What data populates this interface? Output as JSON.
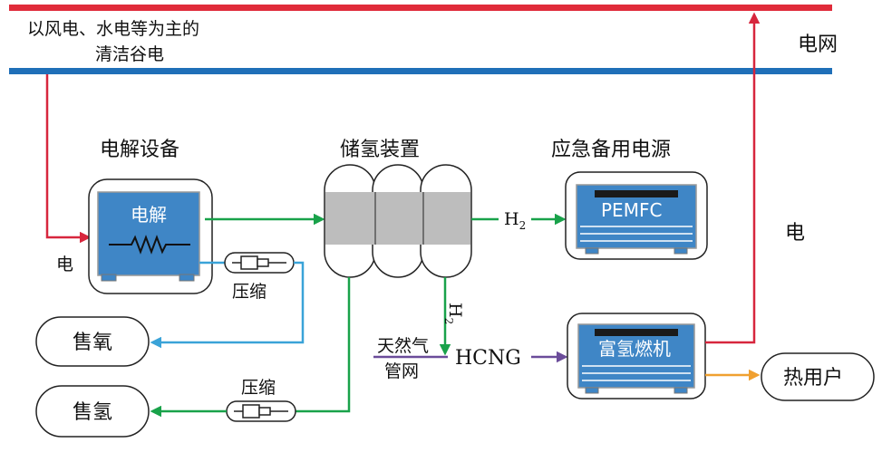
{
  "colors": {
    "grid_red": "#e02b3a",
    "grid_blue": "#1f6fb8",
    "electric": "#d7263d",
    "hydrogen": "#19a24a",
    "oxygen": "#3aa3d8",
    "gas": "#6b4c9a",
    "heat": "#f0a030",
    "device_fill": "#3f86c6",
    "tank_band": "#bdbdbd"
  },
  "labels": {
    "clean_power_line1": "以风电、水电等为主的",
    "clean_power_line2": "清洁谷电",
    "grid": "电网",
    "electrolysis_title": "电解设备",
    "electrolysis_inner": "电解",
    "electric_in": "电",
    "storage_title": "储氢装置",
    "backup_title": "应急备用电源",
    "pemfc": "PEMFC",
    "h2_main": "H",
    "h2_sub": "2",
    "h2v_main": "H",
    "h2v_sub": "2",
    "compress_top": "压缩",
    "compress_bottom": "压缩",
    "sell_oxygen": "售氧",
    "sell_hydrogen": "售氢",
    "ng_line1": "天然气",
    "ng_line2": "管网",
    "hcng": "HCNG",
    "turbine": "富氢燃机",
    "electric_out": "电",
    "heat_user": "热用户"
  },
  "icons": {
    "resistor": "resistor-icon",
    "compressor": "compressor-icon",
    "tank": "hydrogen-tank-icon"
  }
}
